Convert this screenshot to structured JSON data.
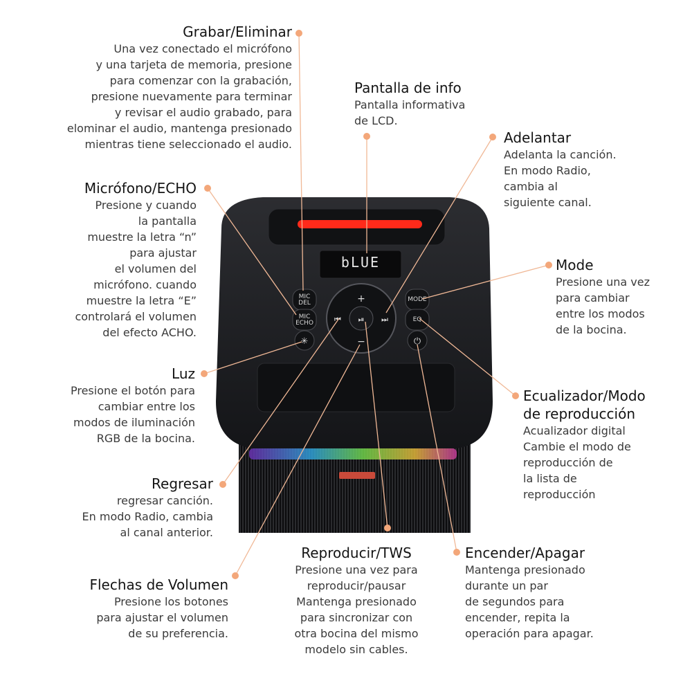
{
  "device": {
    "display_text": "bLUE",
    "btn_mic_top": "MIC",
    "btn_mic_bottom": "DEL",
    "btn_echo_top": "MIC",
    "btn_echo_bottom": "ECHO",
    "btn_mode": "MODE",
    "btn_eq": "EQ",
    "icons": [
      "light-icon",
      "power-icon",
      "play-pause-icon",
      "prev-icon",
      "next-icon",
      "plus-icon",
      "minus-icon"
    ],
    "led_color": "#ff2a1a"
  },
  "callouts": [
    {
      "title": "Grabar/Eliminar",
      "desc": "Una vez conectado el micrófono\ny una tarjeta de memoria, presione\npara comenzar con la grabación,\npresione nuevamente para terminar\ny revisar el audio grabado, para\nelominar el audio, mantenga presionado\nmientras tiene seleccionado el audio."
    },
    {
      "title": "Pantalla de info",
      "desc": "Pantalla informativa\nde LCD."
    },
    {
      "title": "Adelantar",
      "desc": "Adelanta la canción.\nEn modo Radio,\ncambia al\nsiguiente canal."
    },
    {
      "title": "Micrófono/ECHO",
      "desc": "Presione y cuando\nla pantalla\nmuestre la letra “n”\npara ajustar\nel volumen del\nmicrófono. cuando\nmuestre la letra “E”\ncontrolará el volumen\ndel efecto ACHO."
    },
    {
      "title": "Mode",
      "desc": "Presione una vez\npara cambiar\nentre los modos\nde la bocina."
    },
    {
      "title": "Luz",
      "desc": "Presione el botón para\ncambiar entre los\nmodos de iluminación\nRGB de la bocina."
    },
    {
      "title": "Ecualizador/Modo\nde reproducción",
      "desc": "Acualizador digital\nCambie el modo de\nreproducción de\nla lista de\nreproducción"
    },
    {
      "title": "Regresar",
      "desc": "regresar canción.\nEn modo Radio, cambia\nal canal anterior."
    },
    {
      "title": "Reproducir/TWS",
      "desc": "Presione una vez para\nreproducir/pausar\nMantenga presionado\npara sincronizar con\notra bocina del mismo\nmodelo sin cables."
    },
    {
      "title": "Encender/Apagar",
      "desc": "Mantenga presionado\ndurante un par\nde segundos para\nencender, repita la\noperación para apagar."
    },
    {
      "title": "Flechas de Volumen",
      "desc": "Presione los botones\npara ajustar el volumen\nde su preferencia."
    }
  ],
  "colors": {
    "accent_dot": "#f3a77a",
    "leader": "#f0b896",
    "body": "#1c1d20"
  }
}
